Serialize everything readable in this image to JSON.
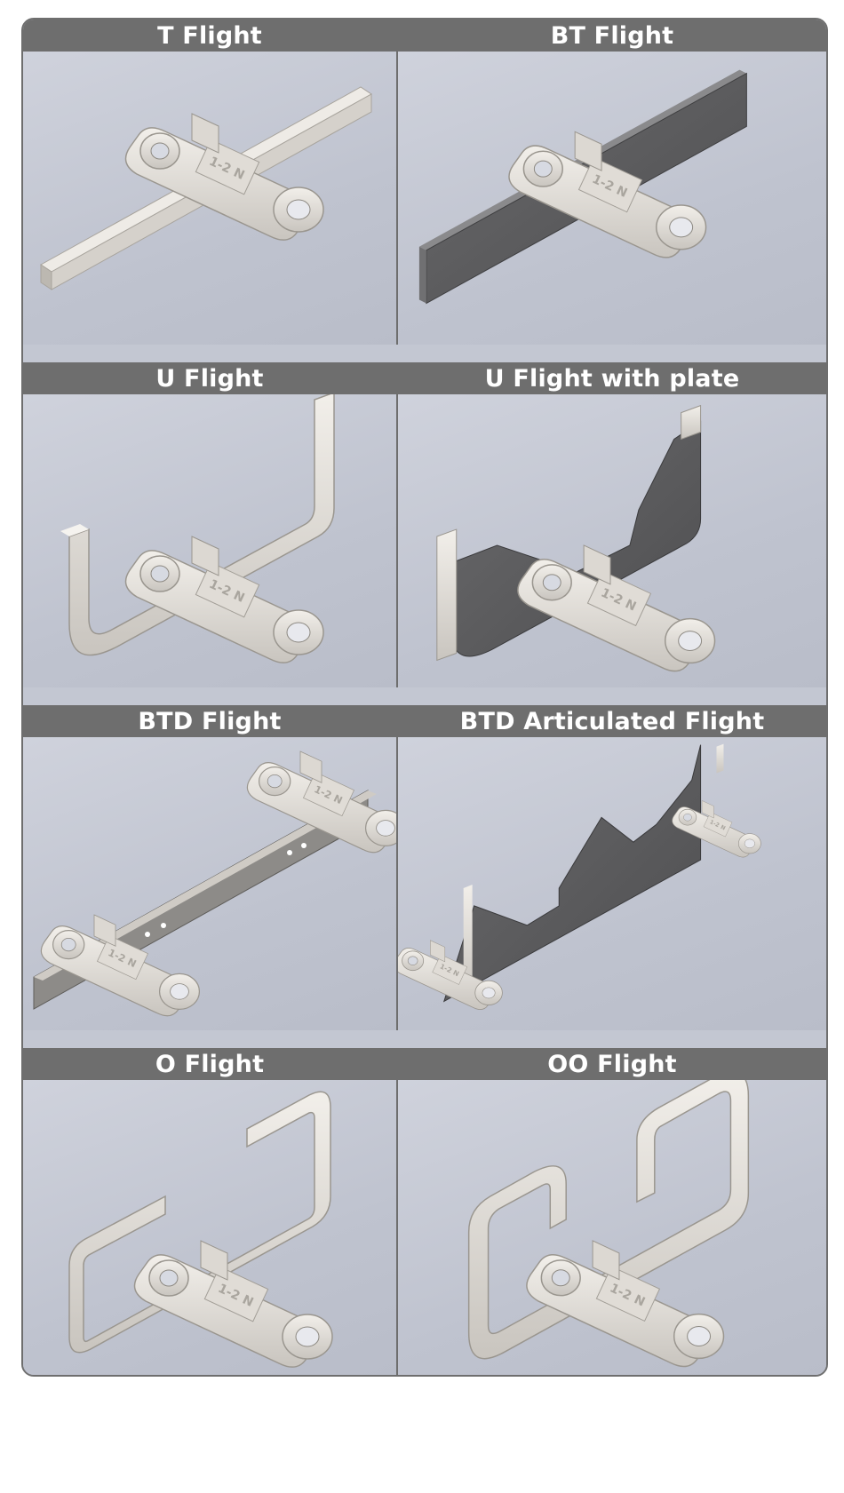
{
  "panels": [
    {
      "title": "T Flight",
      "icon": "t-flight-illustration"
    },
    {
      "title": "BT Flight",
      "icon": "bt-flight-illustration"
    },
    {
      "title": "U Flight",
      "icon": "u-flight-illustration"
    },
    {
      "title": "U Flight with plate",
      "icon": "u-flight-with-plate-illustration"
    },
    {
      "title": "BTD Flight",
      "icon": "btd-flight-illustration"
    },
    {
      "title": "BTD Articulated Flight",
      "icon": "btd-articulated-flight-illustration"
    },
    {
      "title": "O Flight",
      "icon": "o-flight-illustration"
    },
    {
      "title": "OO Flight",
      "icon": "oo-flight-illustration"
    }
  ],
  "link_marking": "1-2 N",
  "colors": {
    "header": "#6e6e6e",
    "panel": "#c3c7d2",
    "metal_light": "#e6e2dc",
    "metal_dark": "#58585a"
  }
}
